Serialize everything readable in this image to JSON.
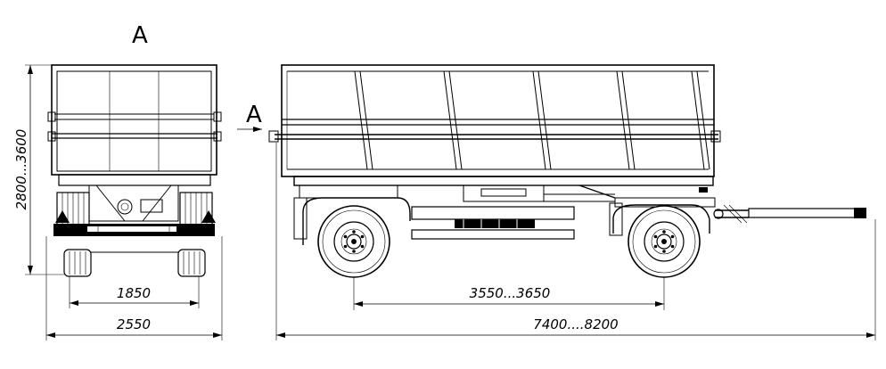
{
  "drawing": {
    "view_label_top": "A",
    "view_label_side": "A",
    "dimensions": {
      "height": "2800...3600",
      "track": "1850",
      "width": "2550",
      "wheelbase": "3550...3650",
      "length": "7400....8200"
    }
  }
}
